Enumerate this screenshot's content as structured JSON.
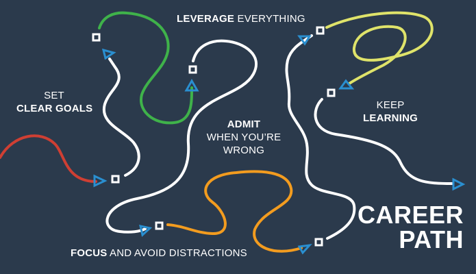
{
  "title": {
    "line1": "CAREER",
    "line2": "PATH"
  },
  "labels": {
    "set_goals": {
      "line1": "SET",
      "line2": "CLEAR GOALS"
    },
    "leverage": {
      "bold": "LEVERAGE",
      "normal": " EVERYTHING"
    },
    "admit": {
      "line1": "ADMIT",
      "line2": "WHEN YOU’RE",
      "line3": "WRONG"
    },
    "keep_learning": {
      "line1": "KEEP",
      "line2": "LEARNING"
    },
    "focus": {
      "bold": "FOCUS",
      "normal": " AND AVOID DISTRACTIONS"
    }
  },
  "colors": {
    "background": "#2b3a4c",
    "path_white": "#ffffff",
    "red": "#cf3f33",
    "green": "#3fb24a",
    "orange": "#f39c1f",
    "yellow": "#dfe36a",
    "marker_blue": "#2a8fd0"
  }
}
